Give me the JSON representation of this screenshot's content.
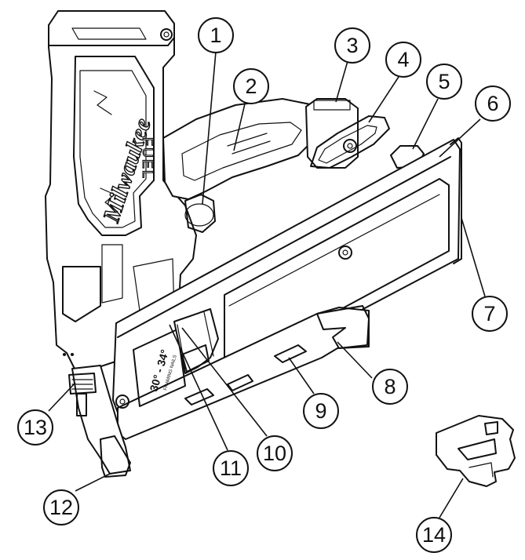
{
  "tool": {
    "brand": "Milwaukee",
    "product_line": "FUEL",
    "magazine_angle_label": "30° - 34°",
    "magazine_small_print": "FRAMING NAILS"
  },
  "callouts": [
    {
      "id": "1",
      "label": "1"
    },
    {
      "id": "2",
      "label": "2"
    },
    {
      "id": "3",
      "label": "3"
    },
    {
      "id": "4",
      "label": "4"
    },
    {
      "id": "5",
      "label": "5"
    },
    {
      "id": "6",
      "label": "6"
    },
    {
      "id": "7",
      "label": "7"
    },
    {
      "id": "8",
      "label": "8"
    },
    {
      "id": "9",
      "label": "9"
    },
    {
      "id": "10",
      "label": "10"
    },
    {
      "id": "11",
      "label": "11"
    },
    {
      "id": "12",
      "label": "12"
    },
    {
      "id": "13",
      "label": "13"
    },
    {
      "id": "14",
      "label": "14"
    }
  ]
}
